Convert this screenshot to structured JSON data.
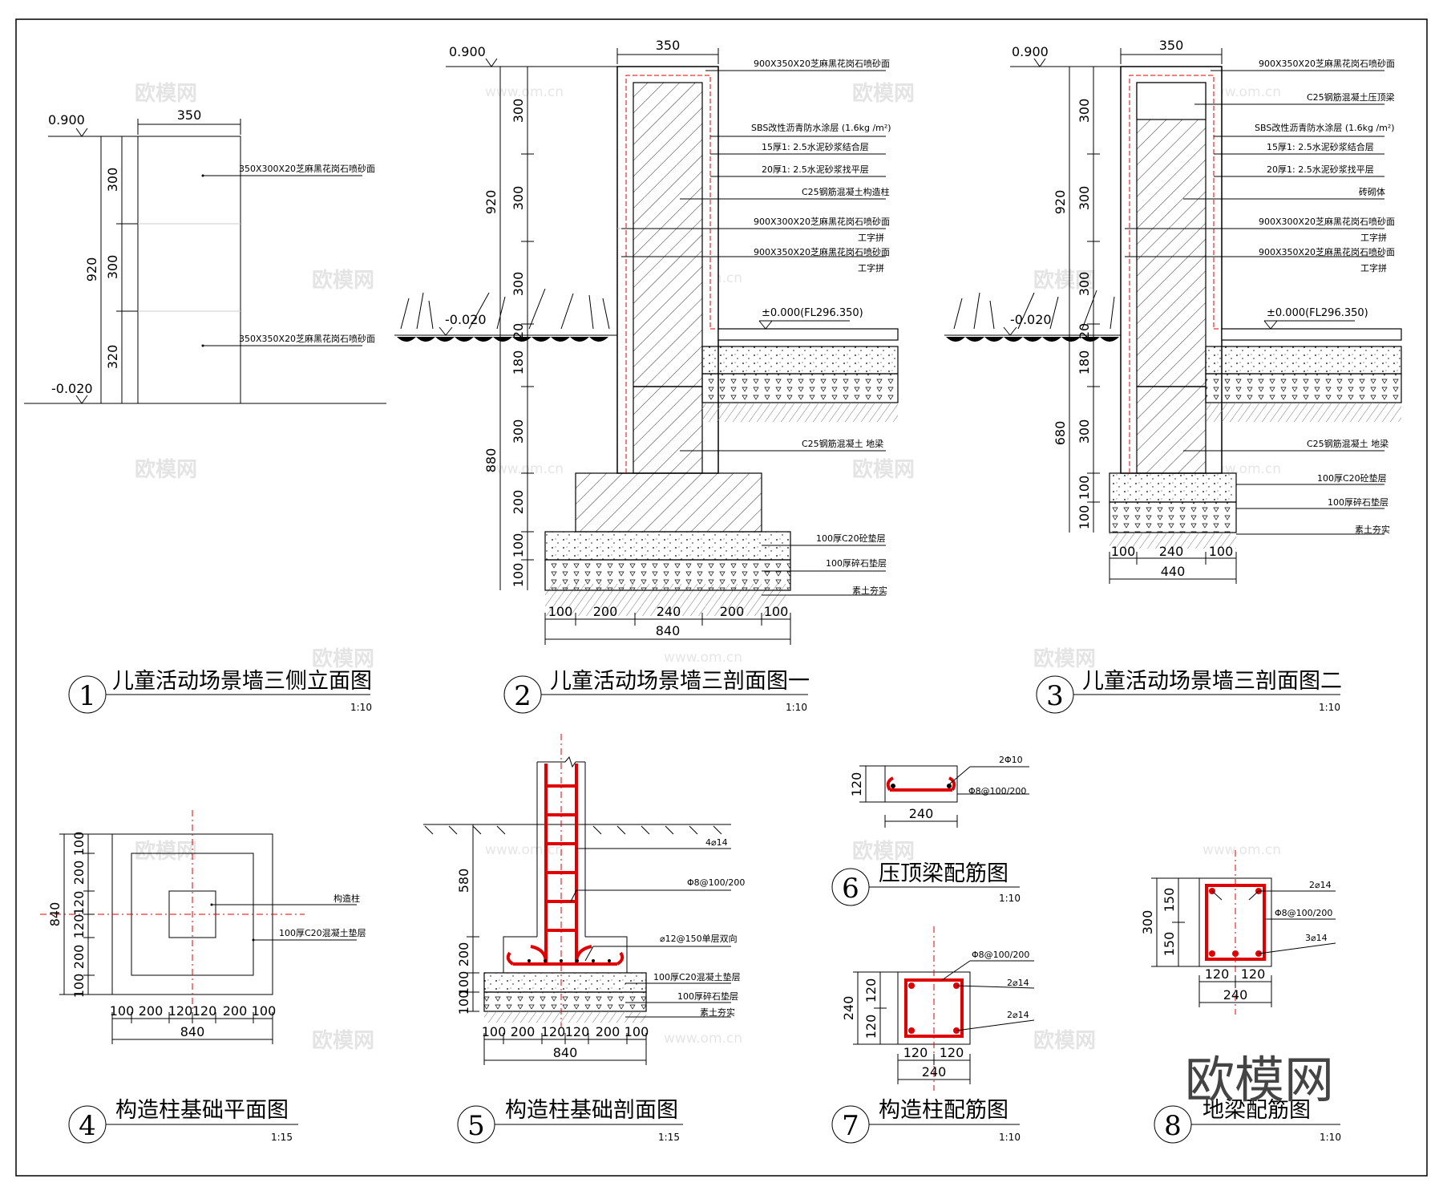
{
  "watermark": {
    "brand": "欧模网",
    "url": "www.om.cn",
    "logo": "欧模网"
  },
  "d1": {
    "top_level": "0.900",
    "bottom_level": "-0.020",
    "width": "350",
    "total": "920",
    "segs": [
      "300",
      "300",
      "320"
    ],
    "notes": [
      "350X300X20芝麻黑花岗石喷砂面",
      "350X350X20芝麻黑花岗石喷砂面"
    ],
    "num": "1",
    "title": "儿童活动场景墙三侧立面图",
    "scale": "1:10"
  },
  "d2": {
    "top_level": "0.900",
    "ground_level": "-0.020",
    "floor_level": "±0.000(FL296.350)",
    "width": "350",
    "left_upper": [
      "300",
      "300",
      "300",
      "20"
    ],
    "left_upper_total": "920",
    "left_lower": [
      "180",
      "300",
      "200",
      "100",
      "100"
    ],
    "left_lower_total": "880",
    "bottom": [
      "100",
      "200",
      "240",
      "200",
      "100"
    ],
    "bottom_total": "840",
    "notes": [
      "900X350X20芝麻黑花岗石喷砂面",
      "SBS改性沥青防水涂层 (1.6kg /m²)",
      "15厚1: 2.5水泥砂浆结合层",
      "20厚1: 2.5水泥砂浆找平层",
      "C25钢筋混凝土构造柱",
      "900X300X20芝麻黑花岗石喷砂面",
      "工字拼",
      "900X350X20芝麻黑花岗石喷砂面",
      "工字拼",
      "C25钢筋混凝土  地梁",
      "100厚C20砼垫层",
      "100厚碎石垫层",
      "素土夯实"
    ],
    "num": "2",
    "title": "儿童活动场景墙三剖面图一",
    "scale": "1:10"
  },
  "d3": {
    "top_level": "0.900",
    "ground_level": "-0.020",
    "floor_level": "±0.000(FL296.350)",
    "width": "350",
    "left_upper": [
      "300",
      "300",
      "300",
      "20"
    ],
    "left_upper_total": "920",
    "left_lower": [
      "180",
      "300",
      "100",
      "100"
    ],
    "left_lower_total": "680",
    "bottom": [
      "100",
      "240",
      "100"
    ],
    "bottom_total": "440",
    "notes": [
      "900X350X20芝麻黑花岗石喷砂面",
      "C25钢筋混凝土压顶梁",
      "SBS改性沥青防水涂层 (1.6kg /m²)",
      "15厚1: 2.5水泥砂浆结合层",
      "20厚1: 2.5水泥砂浆找平层",
      "砖砌体",
      "900X300X20芝麻黑花岗石喷砂面",
      "工字拼",
      "900X350X20芝麻黑花岗石喷砂面",
      "工字拼",
      "C25钢筋混凝土  地梁",
      "100厚C20砼垫层",
      "100厚碎石垫层",
      "素土夯实"
    ],
    "num": "3",
    "title": "儿童活动场景墙三剖面图二",
    "scale": "1:10"
  },
  "d4": {
    "dims": [
      "100",
      "200",
      "120",
      "120",
      "200",
      "100"
    ],
    "total": "840",
    "notes": [
      "构造柱",
      "100厚C20混凝土垫层"
    ],
    "num": "4",
    "title": "构造柱基础平面图",
    "scale": "1:15"
  },
  "d5": {
    "left": [
      "580",
      "200",
      "100",
      "100"
    ],
    "bottom": [
      "100",
      "200",
      "120",
      "120",
      "200",
      "100"
    ],
    "bottom_total": "840",
    "notes": [
      "4⌀14",
      "Φ8@100/200",
      "⌀12@150单层双向",
      "100厚C20混凝土垫层",
      "100厚碎石垫层",
      "素土夯实"
    ],
    "num": "5",
    "title": "构造柱基础剖面图",
    "scale": "1:15"
  },
  "d6": {
    "h": "120",
    "w": "240",
    "notes": [
      "2Φ10",
      "Φ8@100/200"
    ],
    "num": "6",
    "title": "压顶梁配筋图",
    "scale": "1:10"
  },
  "d7": {
    "left_total": "240",
    "left": [
      "120",
      "120"
    ],
    "bottom": [
      "120",
      "120"
    ],
    "bottom_total": "240",
    "notes": [
      "Φ8@100/200",
      "2⌀14",
      "2⌀14"
    ],
    "num": "7",
    "title": "构造柱配筋图",
    "scale": "1:10"
  },
  "d8": {
    "left_total": "300",
    "left": [
      "150",
      "150"
    ],
    "bottom": [
      "120",
      "120"
    ],
    "bottom_total": "240",
    "notes": [
      "2⌀14",
      "Φ8@100/200",
      "3⌀14"
    ],
    "num": "8",
    "title": "地梁配筋图",
    "scale": "1:10"
  }
}
